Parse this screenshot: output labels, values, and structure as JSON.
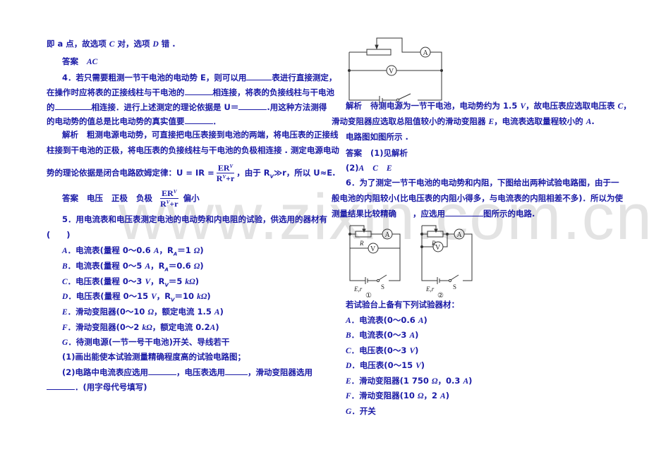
{
  "watermark": "www.zixin.com.cn",
  "colors": {
    "text": "#1a1aa6",
    "watermark": "#e3e3e3",
    "circuit": "#333333"
  },
  "left": {
    "l1": {
      "pre": "即 a 点，故选项 ",
      "c": "C",
      "mid": " 对，选项 ",
      "d": "D",
      "post": " 错 ."
    },
    "ans3": {
      "label": "答案",
      "value": "AC"
    },
    "q4": {
      "l1a": "4．若只需要粗测一节干电池的电动势 E，则可以用",
      "l1b": "表进行直接测定，",
      "l2a": "在操作时应将表的正接线柱与干电池的",
      "l2b": "相连接，将表的负接线柱与干电池",
      "l3a": "的",
      "l3b": "相连接．进行上述测定的理论依据是 U＝",
      "l3c": ".用这种方法测得",
      "l4a": "的电动势的值总是比电动势的真实值要",
      "l4b": "．"
    },
    "sol4": {
      "label": "解析",
      "l1": "粗测电源电动势，可直接把电压表接到电池的两端，将电压表的正接线",
      "l2": "柱接到干电池的正极，将电压表的负接线柱与干电池的负极相连接 . 测定电源电动",
      "l3a": "势的理论依据是闭合电路欧姆定律：U = IR =",
      "frac_num": "ER",
      "frac_den": "R",
      "frac_den_plus": "+r",
      "sup": "V",
      "l3b": "，由于 R",
      "l3b_sub": "V",
      "l3c": "≫r，所以 U≈E."
    },
    "ans4": {
      "label": "答案",
      "items": [
        "电压",
        "正极",
        "负极"
      ],
      "tail": "偏小"
    },
    "q5": {
      "l1": "5．用电流表和电压表测定电池的电动势和内电阻的试验，供选用的器材有",
      "paren": "(　　)",
      "options": [
        {
          "letter": "A",
          "text": "．电流表(量程 0～0.6 ",
          "unit": "A",
          "mid": "，R",
          "sub": "A",
          "val": "＝1 ",
          "u2": "Ω",
          "end": ")"
        },
        {
          "letter": "B",
          "text": "．电流表(量程 0～5 ",
          "unit": "A",
          "mid": "，R",
          "sub": "A",
          "val": "＝0.6 ",
          "u2": "Ω",
          "end": ")"
        },
        {
          "letter": "C",
          "text": "．电压表(量程 0～3 ",
          "unit": "V",
          "mid": "，R",
          "sub": "V",
          "val": "＝5 ",
          "u2": "kΩ",
          "end": ")"
        },
        {
          "letter": "D",
          "text": "．电压表(量程 0～15 ",
          "unit": "V",
          "mid": "，R",
          "sub": "V",
          "val": "＝10 ",
          "u2": "kΩ",
          "end": ")"
        }
      ],
      "optE": {
        "letter": "E",
        "text": "．滑动变阻器(0～10 ",
        "u": "Ω",
        "mid": "，额定电流 1.5 ",
        "u2": "A",
        "end": ")"
      },
      "optF": {
        "letter": "F",
        "text": "．滑动变阻器(0～2 ",
        "u": "kΩ",
        "mid": "，额定电流 0.2",
        "u2": "A",
        "end": ")"
      },
      "optG": {
        "letter": "G",
        "text": "．待测电源(一节一号干电池)开关、导线若干"
      },
      "p1": "(1)画出能使本试验测量精确程度高的试验电路图；",
      "p2a": "(2)电路中电流表应选用",
      "p2b": "，电压表选用",
      "p2c": "，滑动变阻器选用",
      "p3": "．(用字母代号填写)"
    }
  },
  "right": {
    "sol5": {
      "label": "解析",
      "l1a": "待测电源为一节干电池，电动势约为 1.5 ",
      "l1u": "V",
      "l1b": "，故电压表应选取电压表 ",
      "l1c": "C",
      "l1d": "，",
      "l2a": "滑动变阻器应选取总阻值较小的滑动变阻器 ",
      "l2b": "E",
      "l2c": "，电流表选取量程较小的 ",
      "l2d": "A",
      "l2e": ".",
      "l3": "电路图如图所示 ."
    },
    "ans5": {
      "label": "答案",
      "p1": "(1)见解析",
      "p2pre": "(2)",
      "p2": [
        "A",
        "C",
        "E"
      ]
    },
    "q6": {
      "l1": "6．为了测定一节干电池的电动势和内阻，下图给出两种试验电路图，由于一",
      "l2": "般电池的内阻较小(比电压表的内阻小得多，与电流表的内阻相差不多)．所以为使",
      "l3a": "测量结果比较精确　　，应选用",
      "l3b": "图所示的电路."
    },
    "circuits": {
      "labels": {
        "ammeter": "A",
        "voltmeter": "V",
        "resistor": "R",
        "source": "E,r",
        "switch": "S"
      },
      "fig1": "①",
      "fig2": "②"
    },
    "equip": {
      "intro": "若试验台上备有下列试验器材：",
      "items": [
        {
          "letter": "A",
          "text": "．电流表(0～0.6 ",
          "u": "A",
          "end": ")"
        },
        {
          "letter": "B",
          "text": "．电流表(0～3 ",
          "u": "A",
          "end": ")"
        },
        {
          "letter": "C",
          "text": "．电压表(0～3 ",
          "u": "V",
          "end": ")"
        },
        {
          "letter": "D",
          "text": "．电压表(0～15 ",
          "u": "V",
          "end": ")"
        },
        {
          "letter": "E",
          "text": "．滑动变阻器(1 750 ",
          "u": "Ω",
          "mid": "，0.3 ",
          "u2": "A",
          "end": ")"
        },
        {
          "letter": "F",
          "text": "．滑动变阻器(10 ",
          "u": "Ω",
          "mid": "，2 ",
          "u2": "A",
          "end": ")"
        },
        {
          "letter": "G",
          "text": "．开关"
        }
      ]
    }
  }
}
